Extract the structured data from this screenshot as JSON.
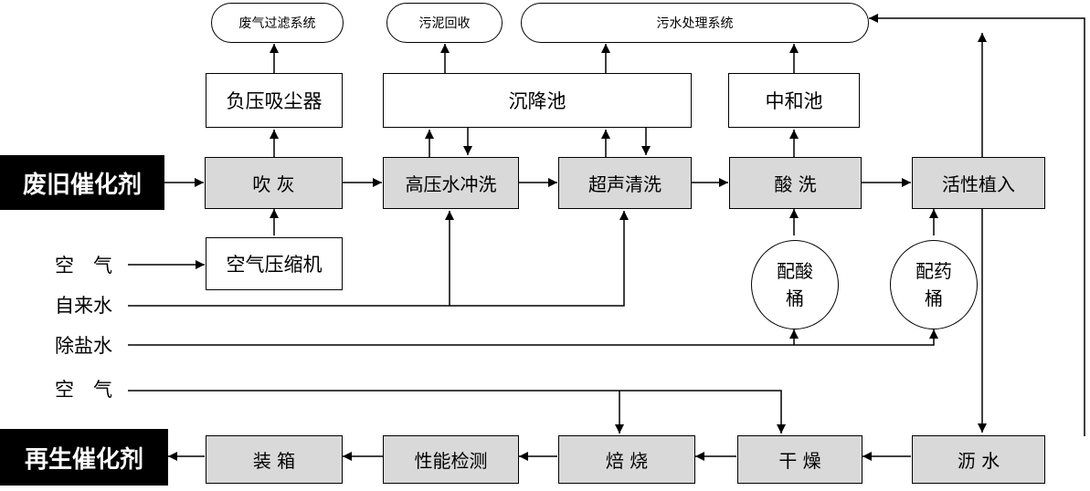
{
  "input_block": "废旧催化剂",
  "output_block": "再生催化剂",
  "inputs": {
    "air_top": "空　气",
    "tap_water": "自来水",
    "desalted_water": "除盐水",
    "air_bottom": "空　气"
  },
  "top_systems": {
    "exhaust_filter": "废气过滤系统",
    "sludge_recovery": "污泥回收",
    "wastewater_treatment": "污水处理系统"
  },
  "units": {
    "negative_pressure_dust_collector": "负压吸尘器",
    "settling_tank": "沉降池",
    "neutralization_tank": "中和池",
    "air_compressor": "空气压缩机",
    "acid_tank": "配酸桶",
    "reagent_tank": "配药桶"
  },
  "process_steps": {
    "blowing": "吹 灰",
    "high_pressure_wash": "高压水冲洗",
    "ultrasonic_clean": "超声清洗",
    "acid_wash": "酸 洗",
    "active_implant": "活性植入",
    "draining": "沥 水",
    "drying": "干 燥",
    "roasting": "焙 烧",
    "performance_test": "性能检测",
    "boxing": "装 箱"
  }
}
